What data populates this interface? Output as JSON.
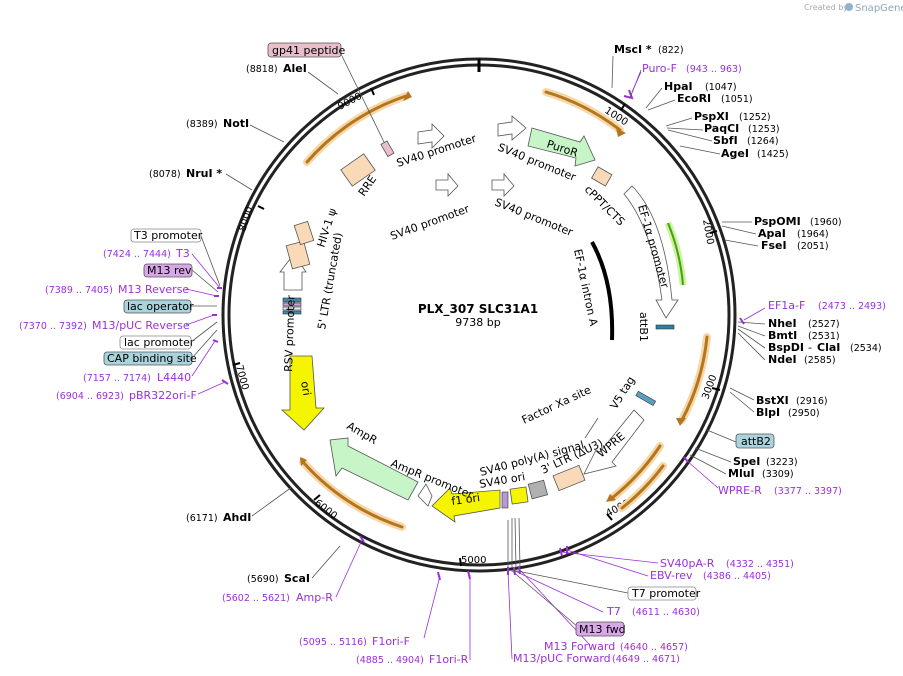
{
  "credit": {
    "created_by": "Created by",
    "brand": "SnapGene"
  },
  "plasmid": {
    "name": "PLX_307 SLC31A1",
    "size": "9738 bp"
  },
  "ticks": [
    "1000",
    "2000",
    "3000",
    "4000",
    "5000",
    "6000",
    "7000",
    "8000",
    "9000"
  ],
  "sites_right": [
    {
      "name": "MscI *",
      "coord": "(822)"
    },
    {
      "name": "HpaI",
      "coord": "(1047)"
    },
    {
      "name": "EcoRI",
      "coord": "(1051)"
    },
    {
      "name": "PspXI",
      "coord": "(1252)"
    },
    {
      "name": "PaqCI",
      "coord": "(1253)"
    },
    {
      "name": "SbfI",
      "coord": "(1264)"
    },
    {
      "name": "AgeI",
      "coord": "(1425)"
    },
    {
      "name": "PspOMI",
      "coord": "(1960)"
    },
    {
      "name": "ApaI",
      "coord": "(1964)"
    },
    {
      "name": "FseI",
      "coord": "(2051)"
    },
    {
      "name": "NheI",
      "coord": "(2527)"
    },
    {
      "name": "BmtI",
      "coord": "(2531)"
    },
    {
      "name": "BspDI",
      "name2": "ClaI",
      "coord": "(2534)"
    },
    {
      "name": "NdeI",
      "coord": "(2585)"
    },
    {
      "name": "BstXI",
      "coord": "(2916)"
    },
    {
      "name": "BlpI",
      "coord": "(2950)"
    },
    {
      "name": "SpeI",
      "coord": "(3223)"
    },
    {
      "name": "MluI",
      "coord": "(3309)"
    }
  ],
  "sites_left": [
    {
      "name": "AleI",
      "coord": "(8818)"
    },
    {
      "name": "NotI",
      "coord": "(8389)"
    },
    {
      "name": "NruI *",
      "coord": "(8078)"
    },
    {
      "name": "AhdI",
      "coord": "(6171)"
    },
    {
      "name": "ScaI",
      "coord": "(5690)"
    }
  ],
  "primers": [
    {
      "name": "Puro-F",
      "coord": "(943 .. 963)"
    },
    {
      "name": "EF1a-F",
      "coord": "(2473 .. 2493)"
    },
    {
      "name": "WPRE-R",
      "coord": "(3377 .. 3397)"
    },
    {
      "name": "SV40pA-R",
      "coord": "(4332 .. 4351)"
    },
    {
      "name": "EBV-rev",
      "coord": "(4386 .. 4405)"
    },
    {
      "name": "T7",
      "coord": "(4611 .. 4630)"
    },
    {
      "name": "M13 Forward",
      "coord": "(4640 .. 4657)"
    },
    {
      "name": "M13/pUC Forward",
      "coord": "(4649 .. 4671)"
    },
    {
      "name": "F1ori-F",
      "coord": "(5095 .. 5116)"
    },
    {
      "name": "F1ori-R",
      "coord": "(4885 .. 4904)"
    },
    {
      "name": "Amp-R",
      "coord": "(5602 .. 5621)"
    },
    {
      "name": "pBR322ori-F",
      "coord": "(6904 .. 6923)"
    },
    {
      "name": "L4440",
      "coord": "(7157 .. 7174)"
    },
    {
      "name": "M13/pUC Reverse",
      "coord": "(7370 .. 7392)"
    },
    {
      "name": "M13 Reverse",
      "coord": "(7389 .. 7405)"
    },
    {
      "name": "T3",
      "coord": "(7424 .. 7444)"
    }
  ],
  "boxed_labels": {
    "gp41": "gp41 peptide",
    "t3_promoter": "T3 promoter",
    "m13_rev": "M13 rev",
    "lac_operator": "lac operator",
    "lac_promoter": "lac promoter",
    "cap_site": "CAP binding site",
    "attB2": "attB2",
    "t7_promoter": "T7 promoter",
    "m13_fwd": "M13 fwd"
  },
  "features": {
    "sv40_promoter": "SV40 promoter",
    "puroR": "PuroR",
    "cppt": "cPPT/CTS",
    "ef1a_promoter": "EF-1α promoter",
    "ef1a_intron": "EF-1α intron A",
    "attB1": "attB1",
    "v5": "V5 tag",
    "factor_xa": "Factor Xa site",
    "wpre": "WPRE",
    "ltr3": "3' LTR (ΔU3)",
    "sv40_polyA": "SV40 poly(A) signal",
    "sv40_ori": "SV40 ori",
    "f1ori": "f1 ori",
    "ampR_promoter": "AmpR promoter",
    "ampR": "AmpR",
    "ori": "ori",
    "rsv": "RSV promoter",
    "ltr5": "5' LTR (truncated)",
    "hiv": "HIV-1 ψ",
    "rre": "RRE"
  },
  "colors": {
    "backbone": "#222222",
    "orf_arrow": "#d9902a",
    "primer": "#9b30d9",
    "gp41_box": "#e8bfc8",
    "blue_box": "#a9d3dd",
    "purple_box": "#d7a7e8",
    "puroR": "#c8f5c8",
    "ori_yellow": "#f5f500",
    "ltr_peach": "#f9d9b8"
  }
}
